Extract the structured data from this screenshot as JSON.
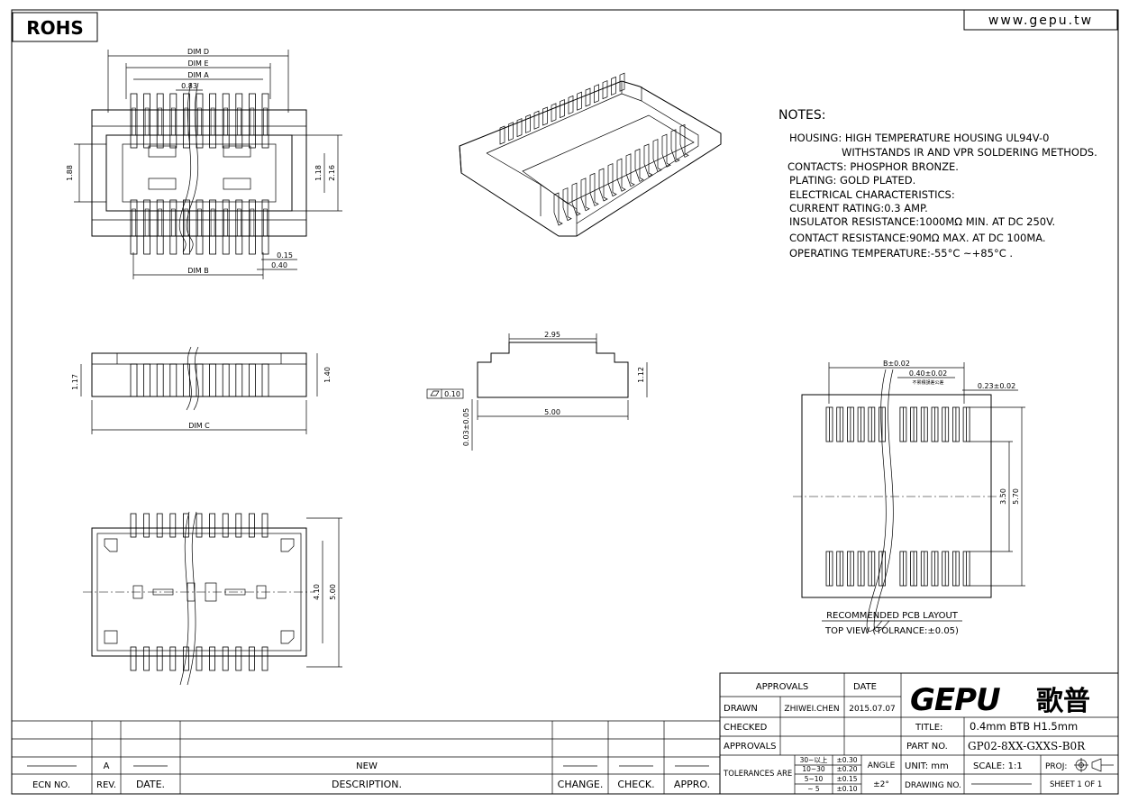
{
  "header": {
    "rohs": "ROHS",
    "website": "www.gepu.tw"
  },
  "notes": {
    "title": "NOTES:",
    "lines": [
      "HOUSING: HIGH TEMPERATURE HOUSING UL94V-0",
      "WITHSTANDS IR AND VPR SOLDERING METHODS.",
      "CONTACTS: PHOSPHOR BRONZE.",
      "PLATING: GOLD PLATED.",
      "ELECTRICAL CHARACTERISTICS:",
      "CURRENT RATING:0.3 AMP.",
      "INSULATOR RESISTANCE:1000MΩ MIN. AT DC 250V.",
      "CONTACT RESISTANCE:90MΩ MAX. AT DC 100MA.",
      "OPERATING TEMPERATURE:-55°C ~+85°C ."
    ]
  },
  "dims": {
    "top_view": {
      "dim_d": "DIM D",
      "dim_e": "DIM E",
      "dim_a": "DIM A",
      "pitch": "0.83",
      "h_188": "1.88",
      "h_118": "1.18",
      "h_216": "2.16",
      "d_015": "0.15",
      "d_040": "0.40",
      "dim_b": "DIM B"
    },
    "front_view": {
      "h_117": "1.17",
      "h_140": "1.40",
      "dim_c": "DIM C"
    },
    "side_view": {
      "w_295": "2.95",
      "h_112": "1.12",
      "flat": "0.10",
      "w_500": "5.00",
      "cop": "0.03±0.05"
    },
    "bottom_view": {
      "h_410": "4.10",
      "h_500": "5.00"
    },
    "pcb_layout": {
      "b": "B±0.02",
      "pitch": "0.40±0.02",
      "pitch_note": "不累積誤差公差",
      "pad_w": "0.23±0.02",
      "h_350": "3.50",
      "h_570": "5.70",
      "title": "RECOMMENDED PCB LAYOUT",
      "subtitle": "TOP VIEW (TOLRANCE:±0.05)"
    }
  },
  "title_block": {
    "approvals_h": "APPROVALS",
    "date_h": "DATE",
    "drawn": "DRAWN",
    "drawn_by": "ZHIWEI.CHEN",
    "drawn_date": "2015.07.07",
    "checked": "CHECKED",
    "approvals": "APPROVALS",
    "tolerances": "TOLERANCES ARE",
    "tol_rows": [
      {
        "range": "30~以上",
        "tol": "±0.30"
      },
      {
        "range": "10~30",
        "tol": "±0.20"
      },
      {
        "range": "5~10",
        "tol": "±0.15"
      },
      {
        "range": "~ 5",
        "tol": "±0.10"
      }
    ],
    "angle": "ANGLE",
    "angle_tol": "±2°",
    "logo": "GEPU",
    "logo_cn": "歌普",
    "title_l": "TITLE:",
    "title_v": "0.4mm BTB H1.5mm",
    "part_l": "PART NO.",
    "part_v": "GP02-8XX-GXXS-B0R",
    "unit": "UNIT: mm",
    "scale": "SCALE:  1:1",
    "proj": "PROJ:",
    "drawing_no": "DRAWING NO.",
    "sheet": "SHEET  1 OF 1"
  },
  "revision": {
    "row": {
      "rev": "A",
      "desc": "NEW"
    },
    "headers": [
      "ECN NO.",
      "REV.",
      "DATE.",
      "DESCRIPTION.",
      "CHANGE.",
      "CHECK.",
      "APPRO."
    ]
  }
}
